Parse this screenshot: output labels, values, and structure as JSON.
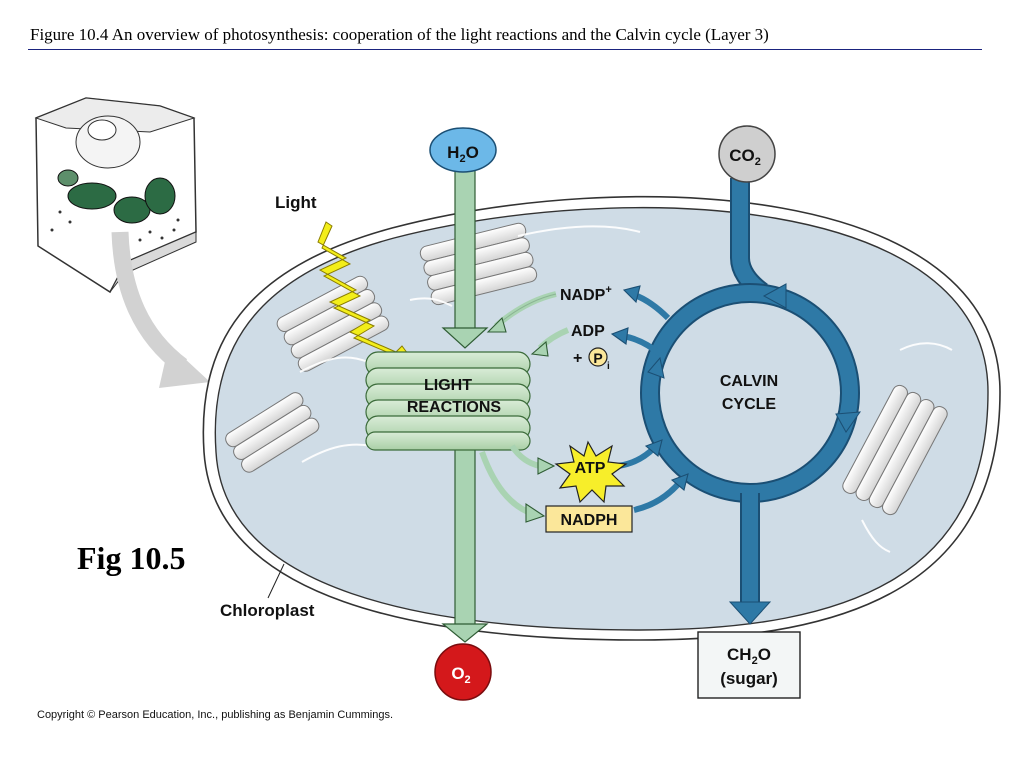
{
  "header": {
    "title": "Figure 10.4  An overview of photosynthesis: cooperation of the light reactions and the Calvin cycle (Layer 3)"
  },
  "figure_label": "Fig 10.5",
  "footer": {
    "copyright": "Copyright © Pearson Education, Inc., publishing as Benjamin Cummings."
  },
  "diagram": {
    "chloroplast_label": "Chloroplast",
    "light_label": "Light",
    "light_reactions": [
      "LIGHT",
      "REACTIONS"
    ],
    "calvin_cycle": [
      "CALVIN",
      "CYCLE"
    ],
    "inputs": {
      "water": {
        "base": "H",
        "sub": "2",
        "rest": "O"
      },
      "carbon_dioxide": {
        "base": "CO",
        "sub": "2"
      }
    },
    "outputs": {
      "oxygen": {
        "base": "O",
        "sub": "2"
      },
      "sugar": {
        "line1_base": "CH",
        "line1_sub": "2",
        "line1_rest": "O",
        "line2": "(sugar)"
      }
    },
    "molecules": {
      "nadp_plus": {
        "base": "NADP",
        "sup": "+"
      },
      "adp": "ADP",
      "plus": "+",
      "phosphate_symbol": "P",
      "phosphate_sub": "i",
      "atp": "ATP",
      "nadph": "NADPH"
    },
    "colors": {
      "stroma": "#cfdce6",
      "arrow_green": "#a9d3b2",
      "calvin_blue": "#2e79a6",
      "atp_yellow": "#f7ee2a",
      "nadph_fill": "#fbe79a",
      "water_fill": "#6cb8e8",
      "co2_fill": "#cfcfcf",
      "o2_fill": "#d4181b",
      "lightning": "#f3ee1a"
    }
  }
}
